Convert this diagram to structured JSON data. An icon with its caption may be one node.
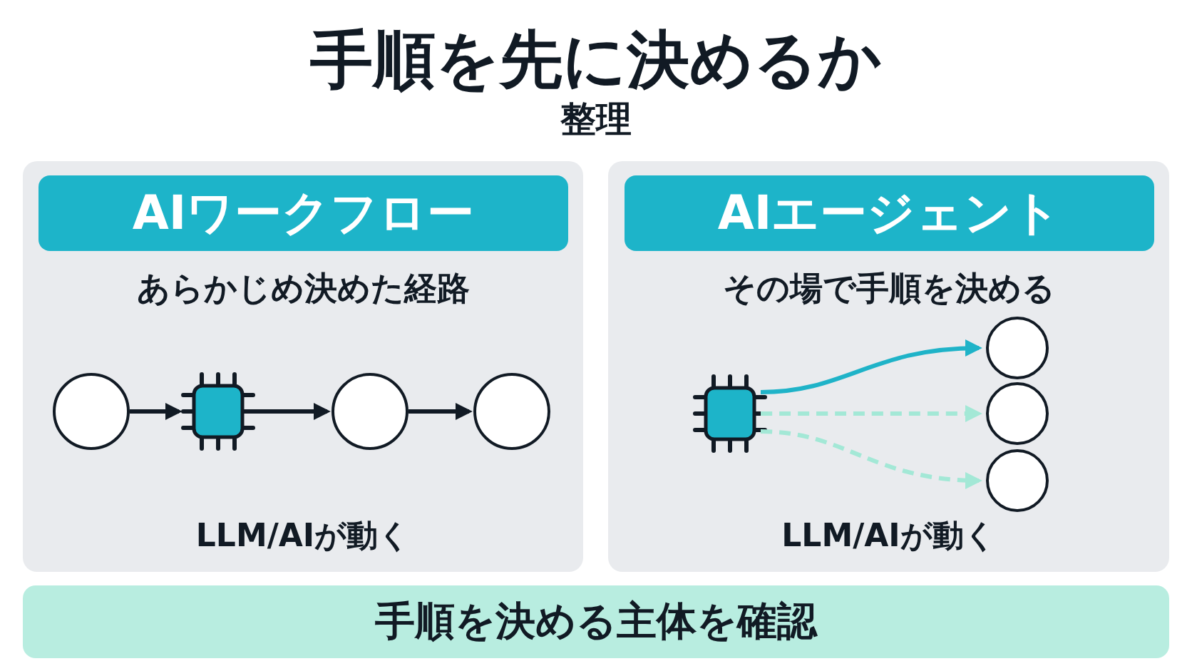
{
  "diagram": {
    "title": "手順を先に決めるか",
    "nodes": [
      {
        "text": [
          "あらかじめ決めた経路",
          "LLM/AIが動く"
        ]
      },
      {
        "text": [
          "AIワークフロー"
        ],
        "in": 0
      },
      {
        "text": [],
        "shape": "circle",
        "in": 0
      },
      {
        "text": [],
        "shape": "chip",
        "in": 0
      },
      {
        "text": [],
        "shape": "circle",
        "in": 0
      },
      {
        "text": [],
        "shape": "circle",
        "in": 0
      },
      {
        "text": [
          "その場で手順を決める",
          "LLM/AIが動く"
        ]
      },
      {
        "text": [
          "AIエージェント"
        ],
        "in": 6
      },
      {
        "text": [],
        "shape": "chip",
        "in": 6
      },
      {
        "text": [],
        "shape": "circle",
        "in": 6
      },
      {
        "text": [],
        "shape": "circle",
        "in": 6
      },
      {
        "text": [],
        "shape": "circle",
        "in": 6
      },
      {
        "text": [
          "手順を決める主体を確認"
        ]
      }
    ],
    "edges": [
      {
        "from": 2,
        "to": 3,
        "arrow": "to"
      },
      {
        "from": 3,
        "to": 4,
        "arrow": "to"
      },
      {
        "from": 4,
        "to": 5,
        "arrow": "to"
      },
      {
        "from": 8,
        "to": 9,
        "arrow": "to",
        "color": "#1fb3c8"
      },
      {
        "from": 8,
        "to": 10,
        "arrow": "to",
        "style": "dashed",
        "color": "#a3e8d6"
      },
      {
        "from": 8,
        "to": 11,
        "arrow": "to",
        "style": "dashed",
        "color": "#a3e8d6"
      }
    ],
    "labels": [
      "整理"
    ]
  }
}
